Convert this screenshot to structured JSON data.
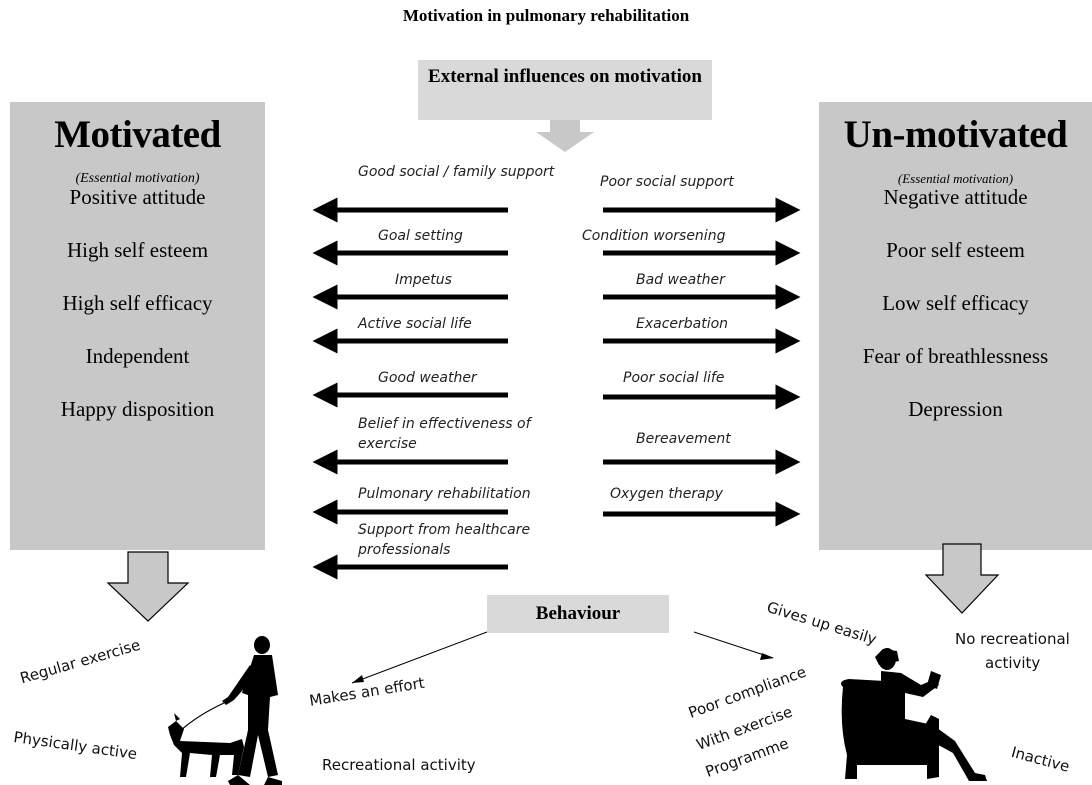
{
  "title": "Motivation in pulmonary rehabilitation",
  "external_box": "External influences on motivation",
  "motivated": {
    "title": "Motivated",
    "subtitle": "(Essential motivation)",
    "items": [
      "Positive attitude",
      "High self esteem",
      "High self efficacy",
      "Independent",
      "Happy disposition"
    ]
  },
  "unmotivated": {
    "title": "Un-motivated",
    "subtitle": "(Essential motivation)",
    "items": [
      "Negative attitude",
      "Poor self esteem",
      "Low self efficacy",
      "Fear of breathlessness",
      "Depression"
    ]
  },
  "left_influences": [
    "Good social / family support",
    "Goal setting",
    "Impetus",
    "Active social life",
    "Good weather",
    "Belief in effectiveness of exercise",
    "Pulmonary rehabilitation",
    "Support from healthcare professionals"
  ],
  "right_influences": [
    "Poor social support",
    "Condition worsening",
    "Bad weather",
    "Exacerbation",
    "Poor social life",
    "Bereavement",
    "Oxygen therapy"
  ],
  "behaviour": "Behaviour",
  "left_outcomes": {
    "regular_exercise": "Regular exercise",
    "physically_active": "Physically active",
    "makes_effort": "Makes an effort",
    "recreational": "Recreational activity"
  },
  "right_outcomes": {
    "gives_up": "Gives up easily",
    "no_recreational_1": "No recreational",
    "no_recreational_2": "activity",
    "poor_compliance_1": "Poor compliance",
    "poor_compliance_2": "With exercise",
    "poor_compliance_3": "Programme",
    "inactive": "Inactive"
  },
  "colors": {
    "panel": "#c8c8c8",
    "box": "#d9d9d9",
    "arrow": "#000000"
  }
}
